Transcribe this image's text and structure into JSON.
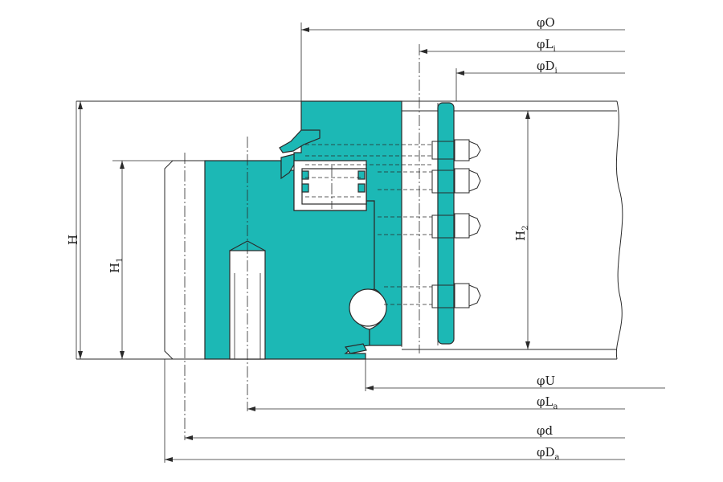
{
  "diameter_labels": {
    "O": {
      "sym": "φ",
      "main": "O",
      "sub": ""
    },
    "Li": {
      "sym": "φ",
      "main": "L",
      "sub": "i"
    },
    "Di": {
      "sym": "φ",
      "main": "D",
      "sub": "i"
    },
    "U": {
      "sym": "φ",
      "main": "U",
      "sub": ""
    },
    "La": {
      "sym": "φ",
      "main": "L",
      "sub": "a"
    },
    "d": {
      "sym": "φ",
      "main": "d",
      "sub": ""
    },
    "Da": {
      "sym": "φ",
      "main": "D",
      "sub": "a"
    }
  },
  "height_labels": {
    "H": {
      "main": "H",
      "sub": ""
    },
    "H1": {
      "main": "H",
      "sub": "1"
    },
    "H2": {
      "main": "H",
      "sub": "2"
    }
  },
  "colors": {
    "ring_fill": "#1cb8b5",
    "line": "#2a2a2a",
    "background": "#ffffff"
  }
}
